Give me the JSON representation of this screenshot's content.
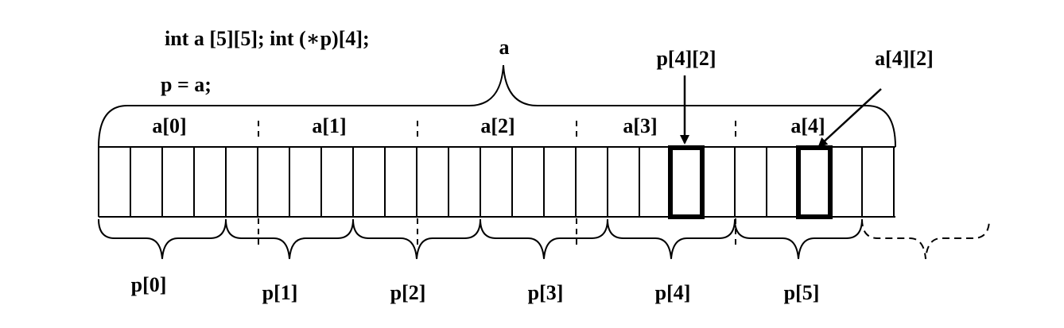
{
  "code": {
    "line1": "int a [5][5];  int (∗p)[4];",
    "line2": "p = a;"
  },
  "array_label": "a",
  "row_labels": [
    "a[0]",
    "a[1]",
    "a[2]",
    "a[3]",
    "a[4]"
  ],
  "pointer_labels": [
    "p[0]",
    "p[1]",
    "p[2]",
    "p[3]",
    "p[4]",
    "p[5]"
  ],
  "pointer_element_label": "p[4][2]",
  "array_element_label": "a[4][2]",
  "colors": {
    "stroke": "#000000",
    "background": "#ffffff"
  }
}
